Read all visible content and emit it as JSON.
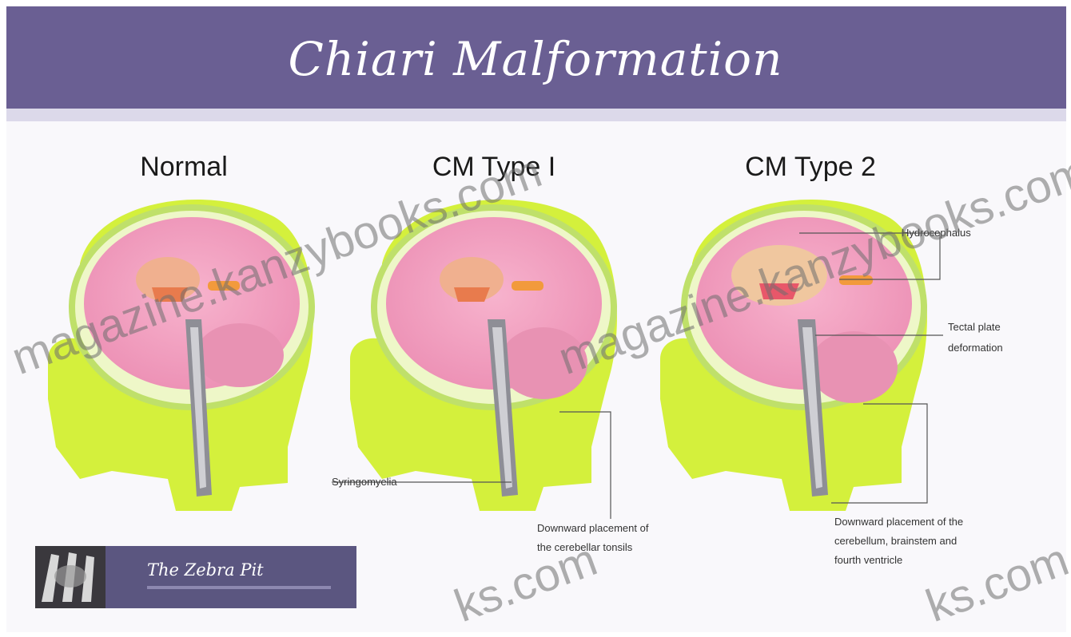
{
  "title": "Chiari Malformation",
  "panels": [
    {
      "title": "Normal"
    },
    {
      "title": "CM Type I"
    },
    {
      "title": "CM Type 2"
    }
  ],
  "labels": {
    "syringomyelia": "Syringomyelia",
    "tonsils_line1": "Downward placement of",
    "tonsils_line2": "the cerebellar tonsils",
    "hydrocephalus": "Hydrocephalus",
    "tectal_line1": "Tectal plate",
    "tectal_line2": "deformation",
    "type2_line1": "Downward placement of the",
    "type2_line2": "cerebellum, brainstem and",
    "type2_line3": "fourth ventricle"
  },
  "logo": {
    "text": "The Zebra Pit"
  },
  "watermarks": [
    "magazine.kanzybooks.com",
    "magazine.kanzybooks.com",
    "ks.com",
    "ks.com"
  ],
  "colors": {
    "banner": "#6a5f93",
    "brain": "#f5a3c3",
    "head": "#d4f03c",
    "skull_outline": "#bfe06a"
  }
}
